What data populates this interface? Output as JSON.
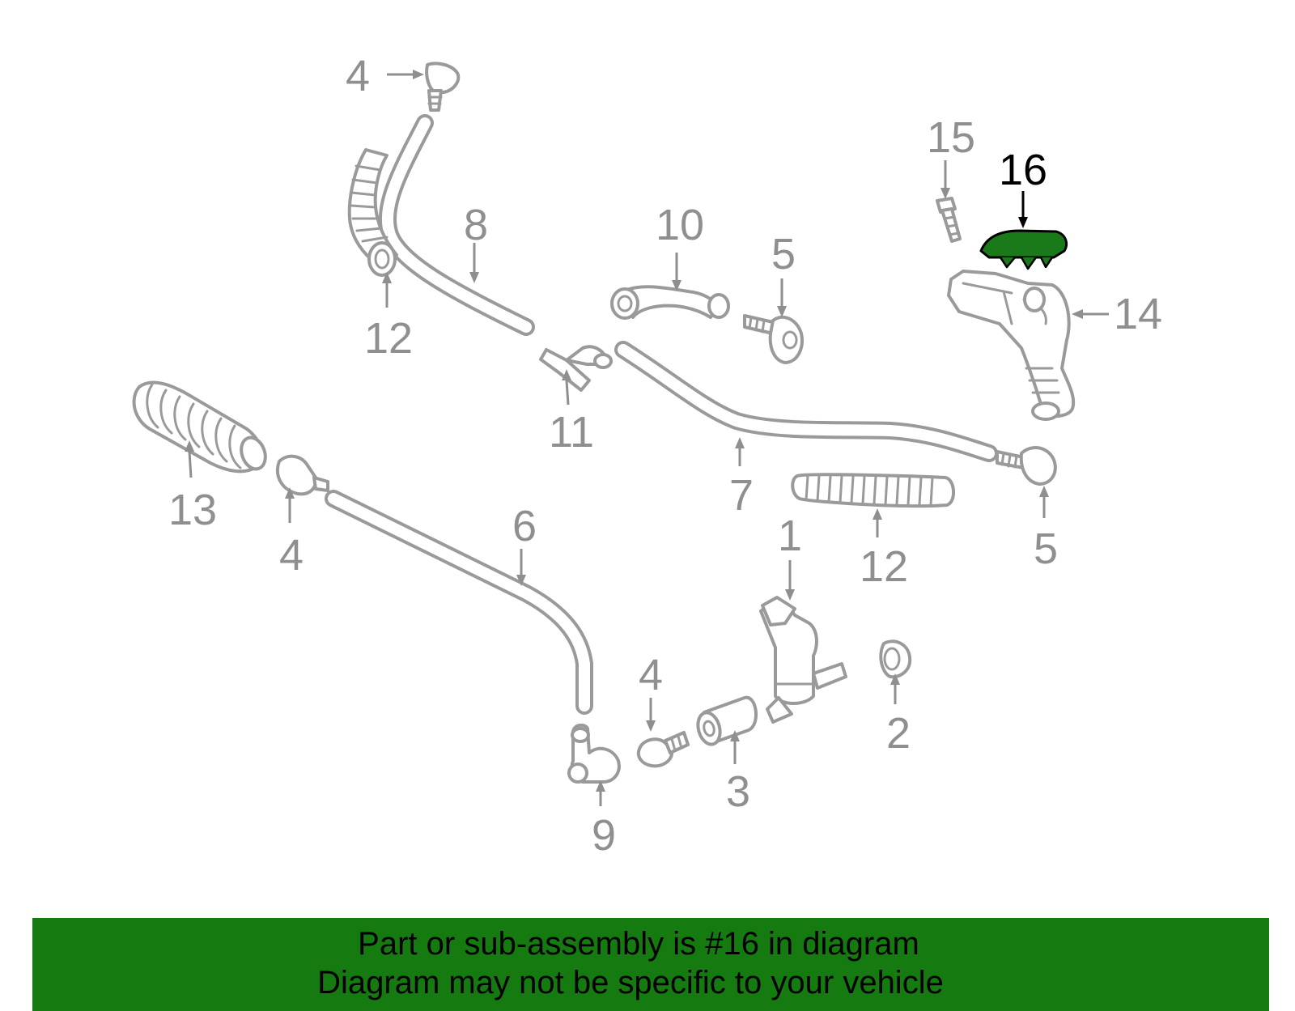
{
  "diagram": {
    "callouts": [
      {
        "id": "c4a",
        "label": "4"
      },
      {
        "id": "c12a",
        "label": "12"
      },
      {
        "id": "c8",
        "label": "8"
      },
      {
        "id": "c10",
        "label": "10"
      },
      {
        "id": "c5a",
        "label": "5"
      },
      {
        "id": "c15",
        "label": "15"
      },
      {
        "id": "c16",
        "label": "16",
        "highlighted": true
      },
      {
        "id": "c14",
        "label": "14"
      },
      {
        "id": "c11",
        "label": "11"
      },
      {
        "id": "c13",
        "label": "13"
      },
      {
        "id": "c4b",
        "label": "4"
      },
      {
        "id": "c7",
        "label": "7"
      },
      {
        "id": "c12b",
        "label": "12"
      },
      {
        "id": "c5b",
        "label": "5"
      },
      {
        "id": "c6",
        "label": "6"
      },
      {
        "id": "c1",
        "label": "1"
      },
      {
        "id": "c2",
        "label": "2"
      },
      {
        "id": "c4c",
        "label": "4"
      },
      {
        "id": "c3",
        "label": "3"
      },
      {
        "id": "c9",
        "label": "9"
      }
    ],
    "colors": {
      "part_stroke": "#9a9a9a",
      "callout": "#8f8f8f",
      "highlight_fill": "#1a7a1a",
      "highlight_callout": "#000000"
    }
  },
  "banner": {
    "line1": "Part or sub-assembly is #16 in diagram",
    "line2": "Diagram may not be specific to your vehicle",
    "background": "#157a0f"
  }
}
